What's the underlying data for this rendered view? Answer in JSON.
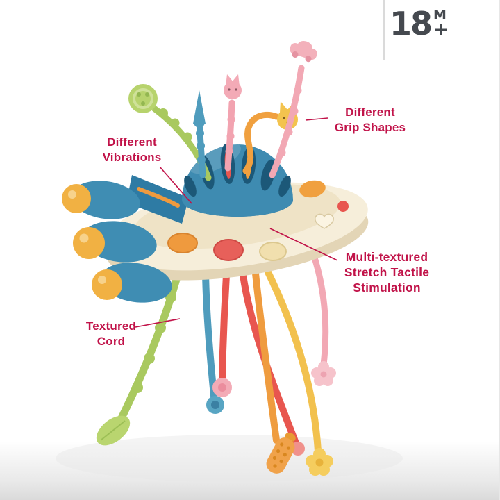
{
  "badge": {
    "age": "18",
    "unit": "M",
    "plus": "+"
  },
  "annotations": {
    "vibrations": {
      "line1": "Different",
      "line2": "Vibrations"
    },
    "grip_shapes": {
      "line1": "Different",
      "line2": "Grip Shapes"
    },
    "multi_textured": {
      "line1": "Multi-textured",
      "line2": "Stretch Tactile",
      "line3": "Stimulation"
    },
    "textured_cord": {
      "line1": "Textured",
      "line2": "Cord"
    }
  },
  "colors": {
    "annotation_text": "#c11349",
    "badge_text": "#45494f",
    "saucer_cream": "#f6eeda",
    "dome_blue": "#3e8bb1",
    "pod_blue": "#3f8db3",
    "accent_orange": "#ef9c3f",
    "accent_yellow": "#f3c34e",
    "accent_coral": "#e8564f",
    "accent_pink": "#f3aab6",
    "accent_green": "#a9c95f"
  }
}
